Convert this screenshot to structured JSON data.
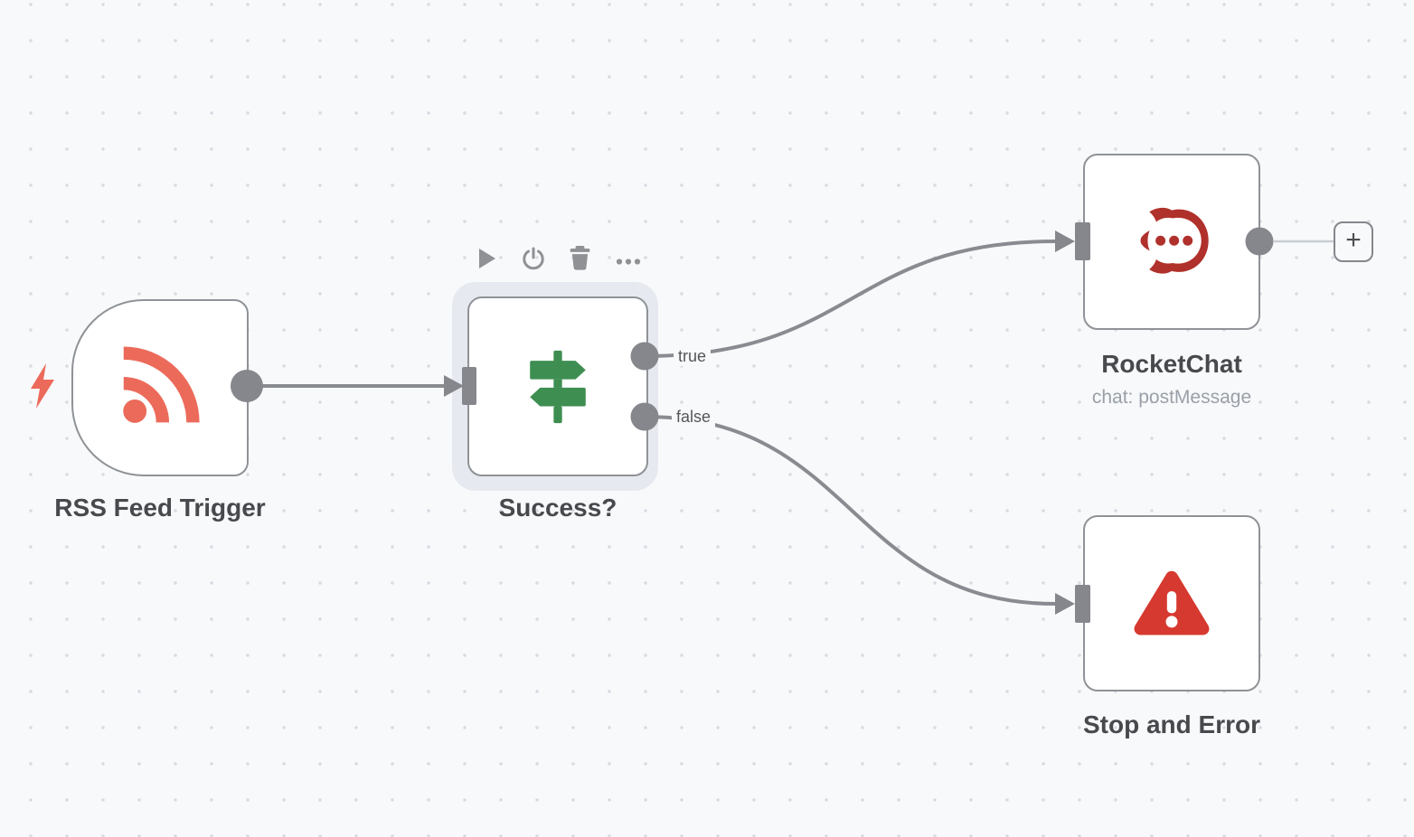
{
  "app": "workflow-editor-canvas",
  "nodes": [
    {
      "id": "rss",
      "title": "RSS Feed Trigger",
      "type": "trigger",
      "icon": "rss-icon",
      "icon_color": "#ec6a5a",
      "trigger_bolt_icon": "lightning-bolt-icon"
    },
    {
      "id": "if",
      "title": "Success?",
      "type": "if",
      "selected": true,
      "icon": "signpost-icon",
      "icon_color": "#3e8e52",
      "outputs": [
        {
          "label": "true"
        },
        {
          "label": "false"
        }
      ]
    },
    {
      "id": "rocketchat",
      "title": "RocketChat",
      "subtitle": "chat: postMessage",
      "type": "action",
      "icon": "rocketchat-icon",
      "icon_color": "#b0302b"
    },
    {
      "id": "stoperror",
      "title": "Stop and Error",
      "type": "action",
      "icon": "warning-triangle-icon",
      "icon_color": "#d6392f"
    }
  ],
  "toolbar": {
    "icons": [
      "play-icon",
      "power-icon",
      "trash-icon",
      "ellipsis-icon"
    ]
  },
  "plus_button": {
    "label": "+"
  },
  "connections": [
    {
      "from": "rss",
      "to": "if",
      "label": ""
    },
    {
      "from": "if",
      "output": "true",
      "to": "rocketchat"
    },
    {
      "from": "if",
      "output": "false",
      "to": "stoperror"
    }
  ],
  "colors": {
    "canvas_bg": "#f8f9fb",
    "grid_dot": "#d7dbe2",
    "node_border": "#8f9296",
    "wire": "#888b90",
    "connector_dot": "#85878c",
    "selection_halo": "#e6e9ef",
    "accent_coral": "#ec6a5a",
    "accent_green": "#3e8e52",
    "accent_red": "#d6392f",
    "brand_rocketchat_red": "#b0302b",
    "stub_line": "#c9cdd3",
    "title_text": "#47494d",
    "subtitle_text": "#9aa0a7",
    "port_label_text": "#54565a"
  }
}
